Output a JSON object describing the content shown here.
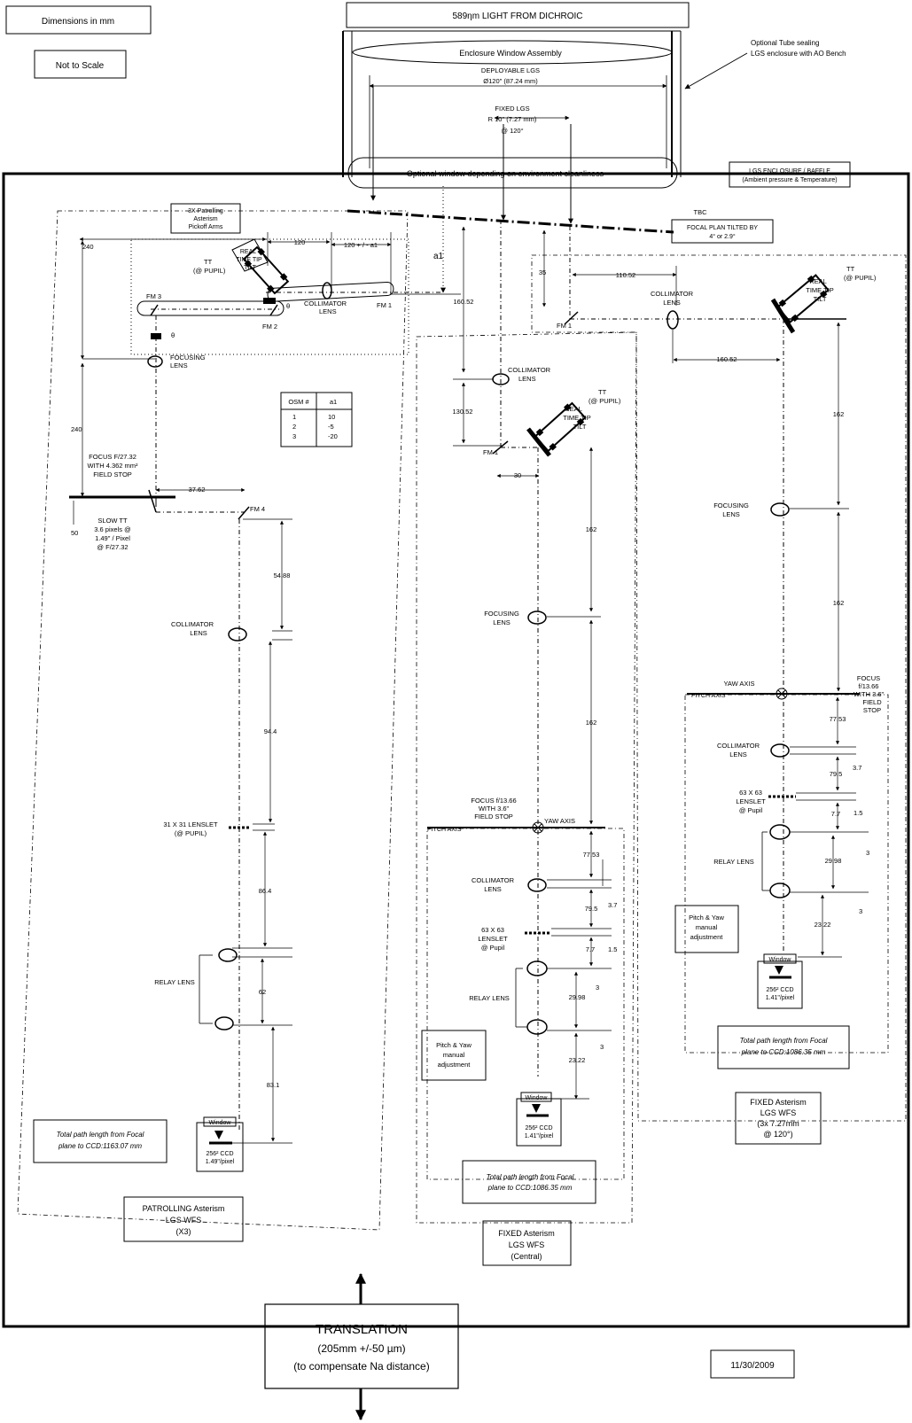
{
  "header": {
    "dimensions_note": "Dimensions in mm",
    "scale_note": "Not to Scale",
    "light_source": "589ηm LIGHT FROM DICHROIC",
    "enclosure_window": "Enclosure Window Assembly",
    "optional_window": "Optional window depending on environment cleanliness",
    "tube_note": [
      "Optional Tube sealing",
      "LGS enclosure with AO Bench"
    ],
    "enclosure_baffle": [
      "LGS ENCLOSURE / BAFFLE",
      "(Ambient pressure & Temperature)"
    ],
    "tbc": "TBC",
    "focal_plane": [
      "FOCAL PLAN TILTED BY",
      "4° or 2.9°"
    ],
    "deployable_lgs": [
      "DEPLOYABLE LGS",
      "Ø120\" (87.24 mm)"
    ],
    "fixed_lgs": [
      "FIXED LGS",
      "R 10\" (7.27 mm)",
      "@ 120°"
    ],
    "date": "11/30/2009"
  },
  "translation": {
    "title": "TRANSLATION",
    "range": "(205mm +/-50 µm)",
    "purpose": "(to compensate Na distance)"
  },
  "patrolling": {
    "pickoff_label": [
      "3X Patrolling",
      "Asterism",
      "Pickoff Arms"
    ],
    "tt": [
      "TT",
      "(@ PUPIL)"
    ],
    "tt_box": [
      "REAL",
      "TIME TIP",
      "TILT"
    ],
    "fm1": "FM 1",
    "fm2": "FM 2",
    "fm3": "FM 3",
    "fm4": "FM 4",
    "collimator_lens": [
      "COLLIMATOR",
      "LENS"
    ],
    "theta": "θ",
    "focusing_lens": [
      "FOCUSING",
      "LENS"
    ],
    "focus_stop": [
      "FOCUS F/27.32",
      "WITH 4.362 mm²",
      "FIELD STOP"
    ],
    "slow_tt": [
      "SLOW TT",
      "3.6 pixels @",
      "1.49\" / Pixel",
      "@ F/27.32"
    ],
    "lenslet": [
      "31 X 31 LENSLET",
      "(@ PUPIL)"
    ],
    "relay_lens": "RELAY LENS",
    "window": "Window",
    "ccd": [
      "256² CCD",
      "1.49\"/pixel"
    ],
    "total_path": [
      "Total path length from Focal",
      "plane to CCD:1163.07 mm"
    ],
    "label": [
      "PATROLLING Asterism",
      "LGS WFS",
      "(X3)"
    ],
    "osm_table": {
      "headers": [
        "OSM #",
        "a1"
      ],
      "rows": [
        [
          "1",
          "10"
        ],
        [
          "2",
          "-5"
        ],
        [
          "3",
          "-20"
        ]
      ]
    },
    "dims": {
      "d240a": "240",
      "d240b": "240",
      "d120": "120",
      "d120a1": "120 + / - a1",
      "d50": "50",
      "d37": "37.62",
      "d5488": "54.88",
      "d944": "94.4",
      "d864": "86.4",
      "d62": "62",
      "d831": "83.1"
    }
  },
  "central": {
    "a1": "a1",
    "collimator_lens": [
      "COLLIMATOR",
      "LENS"
    ],
    "tt": [
      "TT",
      "(@ PUPIL)"
    ],
    "tt_box": [
      "REAL",
      "TIME TIP",
      "TILT"
    ],
    "fm1": "FM 1",
    "focusing_lens": [
      "FOCUSING",
      "LENS"
    ],
    "focus_stop": [
      "FOCUS f/13.66",
      "WITH 3.6\"",
      "FIELD STOP"
    ],
    "pitch_axis": "PITCH AXIS",
    "yaw_axis": "YAW AXIS",
    "lenslet": [
      "63 X 63",
      "LENSLET",
      "@ Pupil"
    ],
    "relay_lens": "RELAY LENS",
    "manual": [
      "Pitch & Yaw",
      "manual",
      "adjustment"
    ],
    "window": "Window",
    "ccd": [
      "256² CCD",
      "1.41\"/pixel"
    ],
    "total_path": [
      "Total path length from Focal",
      "plane to CCD:1086.35 mm"
    ],
    "label": [
      "FIXED Asterism",
      "LGS WFS",
      "(Central)"
    ],
    "dims": {
      "d16052": "160.52",
      "d13052": "130.52",
      "d30": "30",
      "d162a": "162",
      "d162b": "162",
      "d7753": "77.53",
      "d795": "79.5",
      "d37": "3.7",
      "d77": "7.7",
      "d15": "1.5",
      "d2998": "29.98",
      "d3": "3",
      "d3b": "3",
      "d2322": "23.22"
    }
  },
  "fixed": {
    "fm1": "FM 1",
    "collimator_lens": [
      "COLLIMATOR",
      "LENS"
    ],
    "tt": [
      "TT",
      "(@ PUPIL)"
    ],
    "tt_box": [
      "REAL",
      "TIME TIP",
      "TILT"
    ],
    "focusing_lens": [
      "FOCUSING",
      "LENS"
    ],
    "yaw_axis": "YAW AXIS",
    "pitch_axis": "PITCH AXIS",
    "focus_stop": [
      "FOCUS",
      "f/13.66",
      "WITH 3.6\"",
      "FIELD",
      "STOP"
    ],
    "lenslet": [
      "63 X 63",
      "LENSLET",
      "@ Pupil"
    ],
    "relay_lens": "RELAY LENS",
    "manual": [
      "Pitch & Yaw",
      "manual",
      "adjustment"
    ],
    "window": "Window",
    "ccd": [
      "256² CCD",
      "1.41\"/pixel"
    ],
    "total_path": [
      "Total path length from Focal",
      "plane to CCD:1086.35 mm"
    ],
    "label": [
      "FIXED Asterism",
      "LGS WFS",
      "(3x 7.27mm",
      "@ 120°)"
    ],
    "dims": {
      "d35": "35",
      "d11052": "110.52",
      "d16052": "160.52",
      "d162a": "162",
      "d162b": "162",
      "d7753": "77.53",
      "d795": "79.5",
      "d37": "3.7",
      "d77": "7.7",
      "d15": "1.5",
      "d2998": "29.98",
      "d3": "3",
      "d3b": "3",
      "d2322": "23.22"
    }
  }
}
